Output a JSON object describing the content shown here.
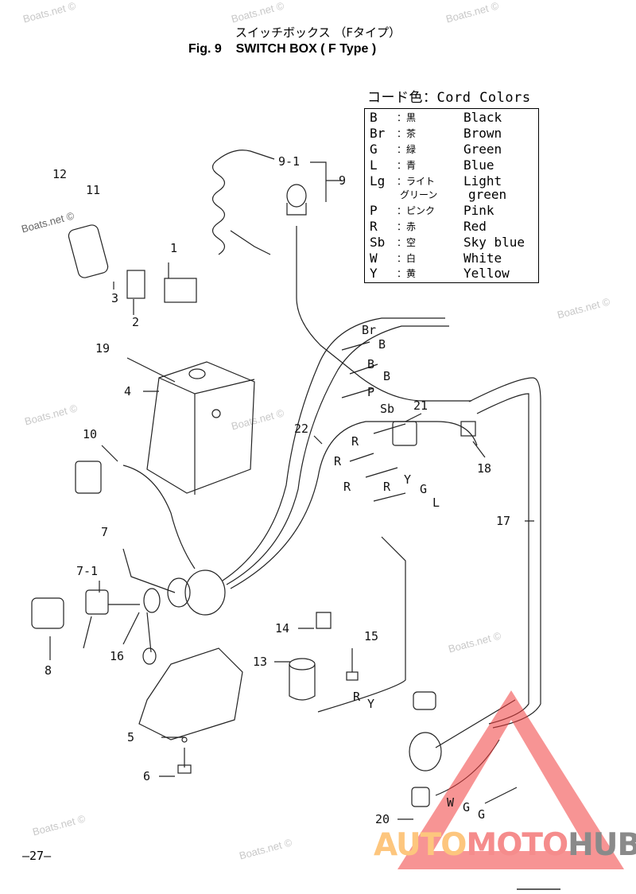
{
  "header": {
    "title_jp": "スイッチボックス （Fタイプ）",
    "title_en": "Fig. 9    SWITCH BOX ( F Type )"
  },
  "legend": {
    "title": "コード色：Cord Colors",
    "rows": [
      {
        "code": "B",
        "jp": "：黒",
        "en": "Black"
      },
      {
        "code": "Br",
        "jp": "：茶",
        "en": "Brown"
      },
      {
        "code": "G",
        "jp": "：緑",
        "en": "Green"
      },
      {
        "code": "L",
        "jp": "：青",
        "en": "Blue"
      },
      {
        "code": "Lg",
        "jp": "：ライト",
        "jp2": "グリーン",
        "en": "Light",
        "en2": "green"
      },
      {
        "code": "P",
        "jp": "：ピンク",
        "en": "Pink"
      },
      {
        "code": "R",
        "jp": "：赤",
        "en": "Red"
      },
      {
        "code": "Sb",
        "jp": "：空",
        "en": "Sky blue"
      },
      {
        "code": "W",
        "jp": "：白",
        "en": "White"
      },
      {
        "code": "Y",
        "jp": "：黄",
        "en": "Yellow"
      }
    ]
  },
  "callouts": [
    "12",
    "11",
    "1",
    "3",
    "2",
    "19",
    "4",
    "9-1",
    "9",
    "10",
    "22",
    "21",
    "18",
    "17",
    "7",
    "7-1",
    "16",
    "8",
    "14",
    "15",
    "13",
    "5",
    "6",
    "20"
  ],
  "wire_labels": [
    "Br",
    "B",
    "B",
    "B",
    "P",
    "Sb",
    "R",
    "R",
    "R",
    "R",
    "Y",
    "G",
    "L",
    "R",
    "Y",
    "W",
    "G",
    "G"
  ],
  "watermark": "Boats.net ©",
  "page_number": "—27—",
  "logo": {
    "part1": "AUTO",
    "part2": "MOTO",
    "part3": "HUB"
  }
}
